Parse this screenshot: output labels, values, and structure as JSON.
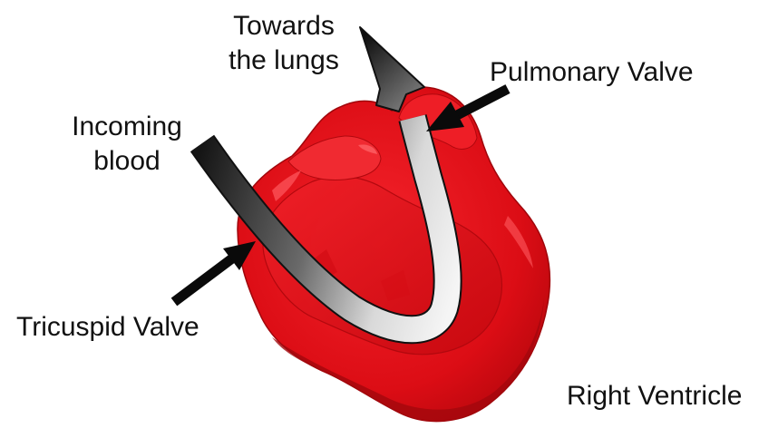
{
  "labels": {
    "towards_line1": "Towards",
    "towards_line2": "the lungs",
    "pulmonary_valve": "Pulmonary Valve",
    "incoming_line1": "Incoming",
    "incoming_line2": "blood",
    "tricuspid_valve": "Tricuspid Valve",
    "right_ventricle": "Right Ventricle"
  },
  "colors": {
    "ventricle_body": "#e8121b",
    "ventricle_shadow": "#a3070c",
    "ventricle_highlight": "#ff4a4f",
    "pointer_arrows": "#0a0a0a",
    "flow_arrow_dark": "#1a1a1a",
    "flow_arrow_light": "#f2f2f2",
    "text": "#111111"
  },
  "icons": {
    "ventricle": "right-ventricle-3d-shape",
    "flow_arrow": "curved-blood-flow-arrow",
    "pointer": "black-pointer-arrow"
  }
}
